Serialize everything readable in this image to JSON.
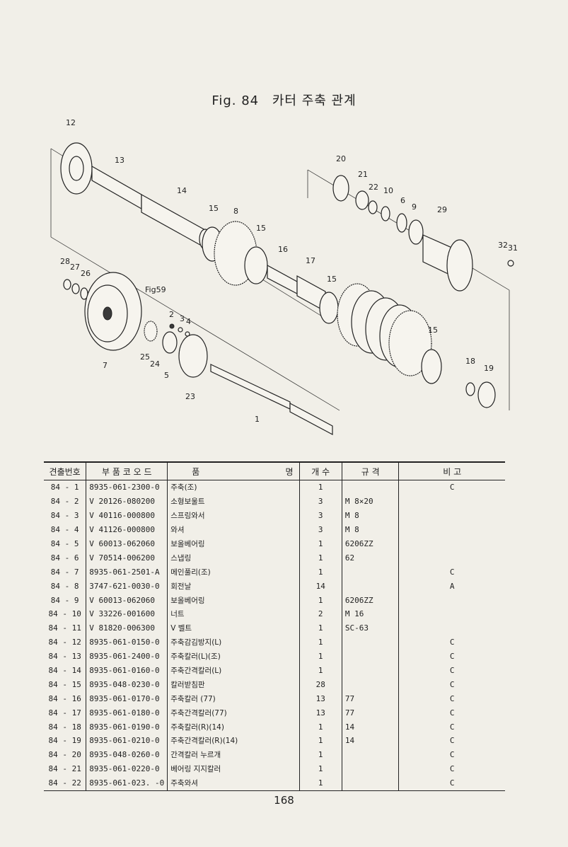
{
  "figure": {
    "number": "Fig. 84",
    "title": "카터 주축 관계",
    "labels": {
      "p1": "1",
      "p2": "2",
      "p3": "3",
      "p4": "4",
      "p5": "5",
      "p6": "6",
      "p7": "7",
      "p8": "8",
      "p9": "9",
      "p10": "10",
      "p12": "12",
      "p13": "13",
      "p14": "14",
      "p15a": "15",
      "p15b": "15",
      "p15c": "15",
      "p15d": "15",
      "p16": "16",
      "p17": "17",
      "p18": "18",
      "p19": "19",
      "p20": "20",
      "p21": "21",
      "p22": "22",
      "p23": "23",
      "p24": "24",
      "p25": "25",
      "p26": "26",
      "p27": "27",
      "p28": "28",
      "p29": "29",
      "p31": "31",
      "p32": "32",
      "fig59": "Fig59"
    }
  },
  "table": {
    "headers": {
      "no": "견출번호",
      "code": "부 품 코 오 드",
      "name_left": "품",
      "name_right": "명",
      "qty": "개 수",
      "spec": "규 격",
      "note": "비 고"
    },
    "rows": [
      {
        "no": "84 - 1",
        "code": "8935-061-2300-0",
        "name": "주축(조)",
        "qty": "1",
        "spec": "",
        "note": "C"
      },
      {
        "no": "84 - 2",
        "code": "V 20126-080200",
        "name": "소형보울트",
        "qty": "3",
        "spec": "M 8×20",
        "note": ""
      },
      {
        "no": "84 - 3",
        "code": "V 40116-000800",
        "name": "스프링와서",
        "qty": "3",
        "spec": "M 8",
        "note": ""
      },
      {
        "no": "84 - 4",
        "code": "V 41126-000800",
        "name": "와셔",
        "qty": "3",
        "spec": "M 8",
        "note": ""
      },
      {
        "no": "84 - 5",
        "code": "V 60013-062060",
        "name": "보올베어링",
        "qty": "1",
        "spec": "6206ZZ",
        "note": ""
      },
      {
        "no": "84 - 6",
        "code": "V 70514-006200",
        "name": "스냅링",
        "qty": "1",
        "spec": "62",
        "note": ""
      },
      {
        "no": "84 - 7",
        "code": "8935-061-2501-A",
        "name": "메인풀리(조)",
        "qty": "1",
        "spec": "",
        "note": "C"
      },
      {
        "no": "84 - 8",
        "code": "3747-621-0030-0",
        "name": "회전날",
        "qty": "14",
        "spec": "",
        "note": "A"
      },
      {
        "no": "84 - 9",
        "code": "V 60013-062060",
        "name": "보올베어링",
        "qty": "1",
        "spec": "6206ZZ",
        "note": ""
      },
      {
        "no": "84 - 10",
        "code": "V 33226-001600",
        "name": "너트",
        "qty": "2",
        "spec": "M 16",
        "note": ""
      },
      {
        "no": "84 - 11",
        "code": "V 81820-006300",
        "name": "V 벨트",
        "qty": "1",
        "spec": "SC-63",
        "note": ""
      },
      {
        "no": "84 - 12",
        "code": "8935-061-0150-0",
        "name": "주축감김방지(L)",
        "qty": "1",
        "spec": "",
        "note": "C"
      },
      {
        "no": "84 - 13",
        "code": "8935-061-2400-0",
        "name": "주축칼러(L)(조)",
        "qty": "1",
        "spec": "",
        "note": "C"
      },
      {
        "no": "84 - 14",
        "code": "8935-061-0160-0",
        "name": "주축간격칼러(L)",
        "qty": "1",
        "spec": "",
        "note": "C"
      },
      {
        "no": "84 - 15",
        "code": "8935-048-0230-0",
        "name": "칼러받침판",
        "qty": "28",
        "spec": "",
        "note": "C"
      },
      {
        "no": "84 - 16",
        "code": "8935-061-0170-0",
        "name": "주축칼러 (77)",
        "qty": "13",
        "spec": "77",
        "note": "C"
      },
      {
        "no": "84 - 17",
        "code": "8935-061-0180-0",
        "name": "주축간격칼러(77)",
        "qty": "13",
        "spec": "77",
        "note": "C"
      },
      {
        "no": "84 - 18",
        "code": "8935-061-0190-0",
        "name": "주축칼러(R)(14)",
        "qty": "1",
        "spec": "14",
        "note": "C"
      },
      {
        "no": "84 - 19",
        "code": "8935-061-0210-0",
        "name": "주축간격칼러(R)(14)",
        "qty": "1",
        "spec": "14",
        "note": "C"
      },
      {
        "no": "84 - 20",
        "code": "8935-048-0260-0",
        "name": "간격칼러 누르개",
        "qty": "1",
        "spec": "",
        "note": "C"
      },
      {
        "no": "84 - 21",
        "code": "8935-061-0220-0",
        "name": "베어링 지지칼러",
        "qty": "1",
        "spec": "",
        "note": "C"
      },
      {
        "no": "84 - 22",
        "code": "8935-061-023. -0",
        "name": "주축와셔",
        "qty": "1",
        "spec": "",
        "note": "C"
      }
    ]
  },
  "page_number": "168"
}
